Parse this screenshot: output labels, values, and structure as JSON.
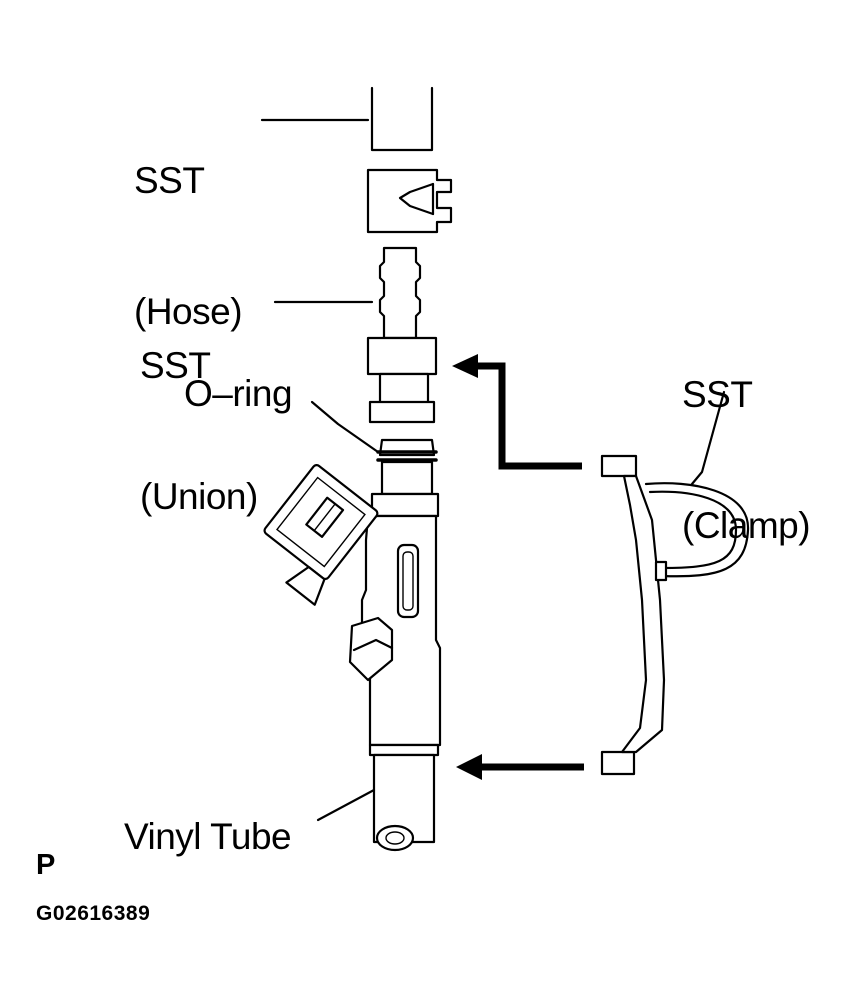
{
  "labels": {
    "hose_line1": "SST",
    "hose_line2": "(Hose)",
    "union_line1": "SST",
    "union_line2": "(Union)",
    "clamp_line1": "SST",
    "clamp_line2": "(Clamp)",
    "oring": "O–ring",
    "vinyl_tube": "Vinyl Tube",
    "page_marker": "P",
    "figure_code": "G02616389"
  }
}
